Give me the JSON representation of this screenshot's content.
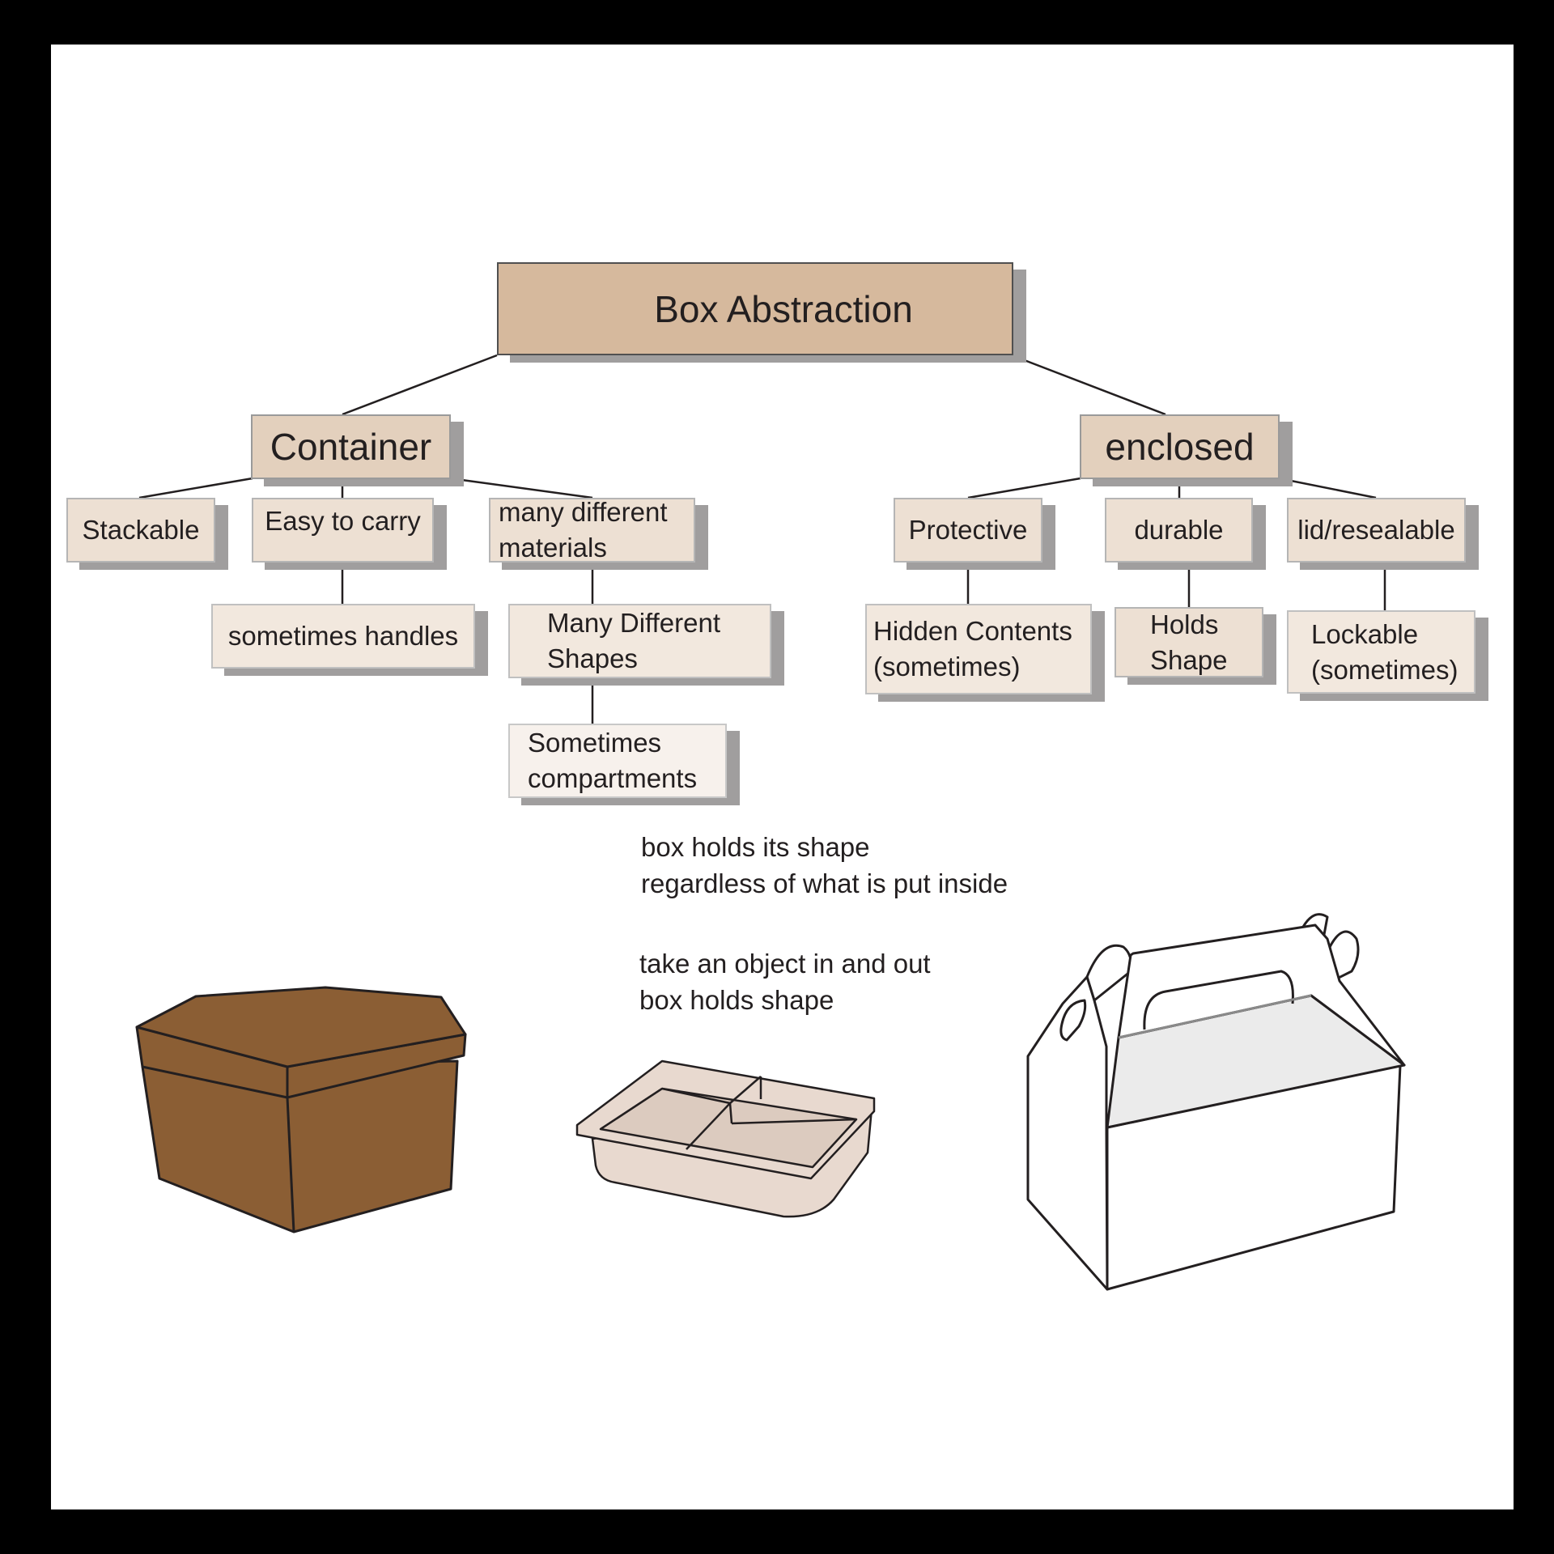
{
  "diagram": {
    "root": "Box Abstraction",
    "branches": {
      "container": {
        "label": "Container",
        "children": {
          "stackable": "Stackable",
          "easy_to_carry": "Easy to carry",
          "many_materials": "many different\nmaterials",
          "sometimes_handles": "sometimes handles",
          "many_shapes": "Many Different\nShapes",
          "compartments": "Sometimes\ncompartments"
        }
      },
      "enclosed": {
        "label": "enclosed",
        "children": {
          "protective": "Protective",
          "durable": "durable",
          "lid": "lid/resealable",
          "hidden": "Hidden Contents\n(sometimes)",
          "holds_shape": "Holds\nShape",
          "lockable": "Lockable\n(sometimes)"
        }
      }
    }
  },
  "notes": {
    "holds_shape": "box holds its shape\nregardless of what is put inside",
    "in_out": "take an object in and out\nbox holds shape"
  },
  "colors": {
    "level1": "#d6b99d",
    "level2": "#e3d0bd",
    "level3": "#ede0d3",
    "cardboard_box": "#8b5e34",
    "tray": "#e8d9cf",
    "gable_box_top": "#ebebeb"
  },
  "illustrations": [
    "hexagonal-box",
    "compartment-tray",
    "handle-carry-box"
  ]
}
